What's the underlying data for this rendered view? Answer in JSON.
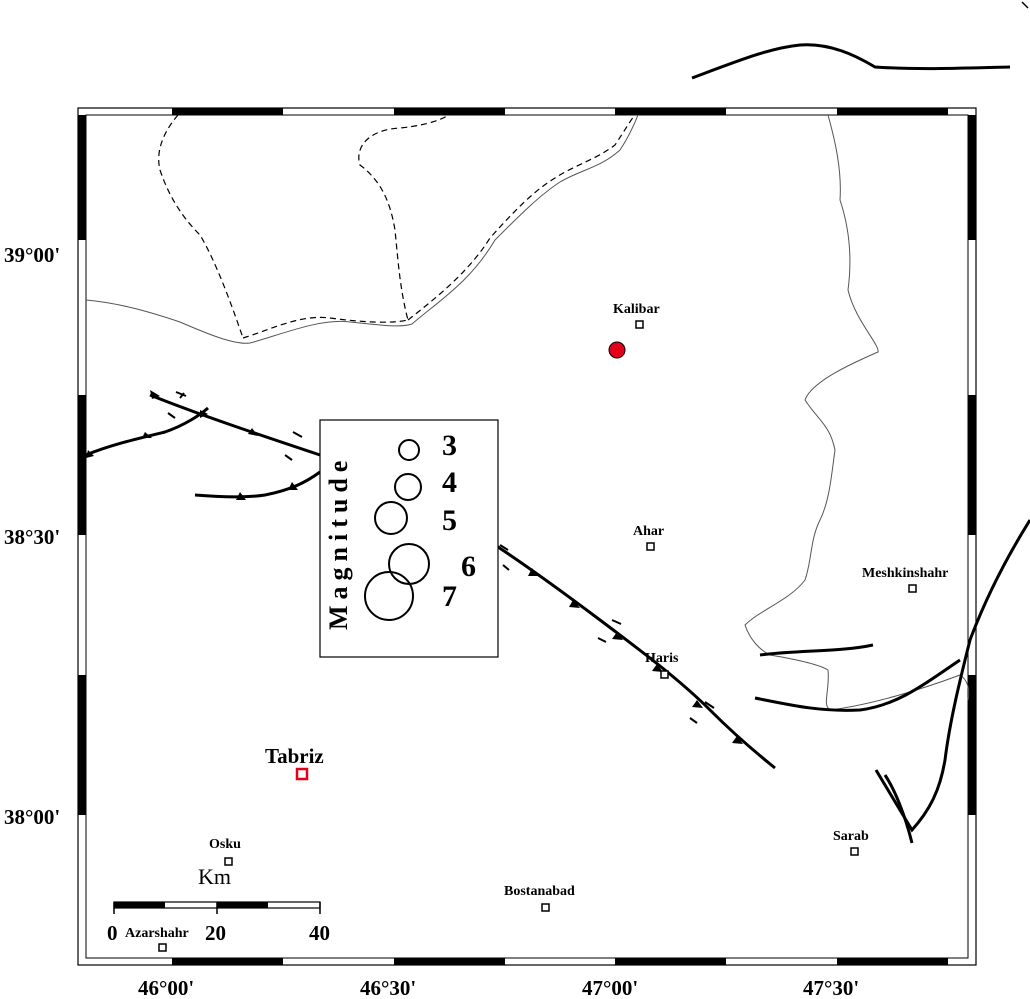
{
  "map": {
    "lon_ticks": [
      "46°00'",
      "46°30'",
      "47°00'",
      "47°30'"
    ],
    "lat_ticks": [
      "39°00'",
      "38°30'",
      "38°00'"
    ],
    "cities": [
      {
        "name": "Kalibar"
      },
      {
        "name": "Ahar"
      },
      {
        "name": "Meshkinshahr"
      },
      {
        "name": "Haris"
      },
      {
        "name": "Tabriz",
        "capital": true
      },
      {
        "name": "Osku"
      },
      {
        "name": "Sarab"
      },
      {
        "name": "Bostanabad"
      },
      {
        "name": "Azarshahr"
      }
    ],
    "epicenter": {
      "color": "#e3001b",
      "label": ""
    },
    "legend": {
      "title": "Magnitude",
      "items": [
        "3",
        "4",
        "5",
        "6",
        "7"
      ]
    },
    "scale_bar": {
      "unit": "Km",
      "labels": [
        "0",
        "20",
        "40"
      ]
    },
    "colors": {
      "ink": "#000000",
      "capital_marker": "#e3001b",
      "epicenter": "#e3001b"
    }
  }
}
